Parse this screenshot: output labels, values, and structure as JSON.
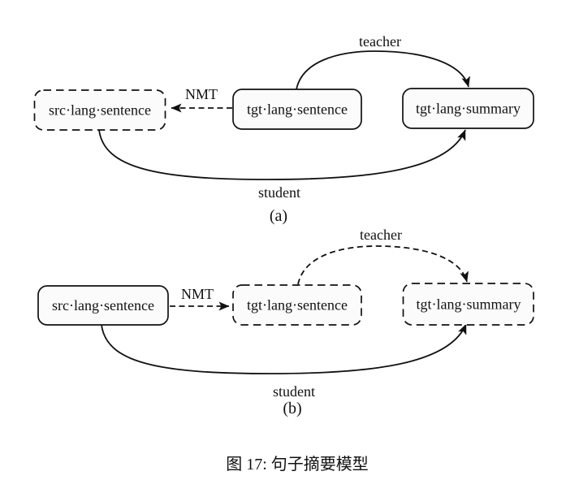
{
  "figure": {
    "caption": "图 17: 句子摘要模型",
    "panel_a": {
      "label": "(a)",
      "boxes": {
        "src": {
          "label": "src·lang·sentence",
          "border": "dashed"
        },
        "tgt_sentence": {
          "label": "tgt·lang·sentence",
          "border": "solid"
        },
        "tgt_summary": {
          "label": "tgt·lang·summary",
          "border": "solid"
        }
      },
      "edges": {
        "teacher": {
          "label": "teacher",
          "style": "solid",
          "from": "tgt_sentence",
          "to": "tgt_summary"
        },
        "nmt": {
          "label": "NMT",
          "style": "dashed",
          "from": "tgt_sentence",
          "to": "src"
        },
        "student": {
          "label": "student",
          "style": "solid",
          "from": "src",
          "to": "tgt_summary"
        }
      }
    },
    "panel_b": {
      "label": "(b)",
      "boxes": {
        "src": {
          "label": "src·lang·sentence",
          "border": "solid"
        },
        "tgt_sentence": {
          "label": "tgt·lang·sentence",
          "border": "dashed"
        },
        "tgt_summary": {
          "label": "tgt·lang·summary",
          "border": "dashed"
        }
      },
      "edges": {
        "teacher": {
          "label": "teacher",
          "style": "dashed",
          "from": "tgt_sentence",
          "to": "tgt_summary"
        },
        "nmt": {
          "label": "NMT",
          "style": "dashed",
          "from": "src",
          "to": "tgt_sentence"
        },
        "student": {
          "label": "student",
          "style": "solid",
          "from": "src",
          "to": "tgt_summary"
        }
      }
    },
    "colors": {
      "line": "#111111",
      "box_fill": "#fbfbfc",
      "background": "#ffffff"
    }
  }
}
